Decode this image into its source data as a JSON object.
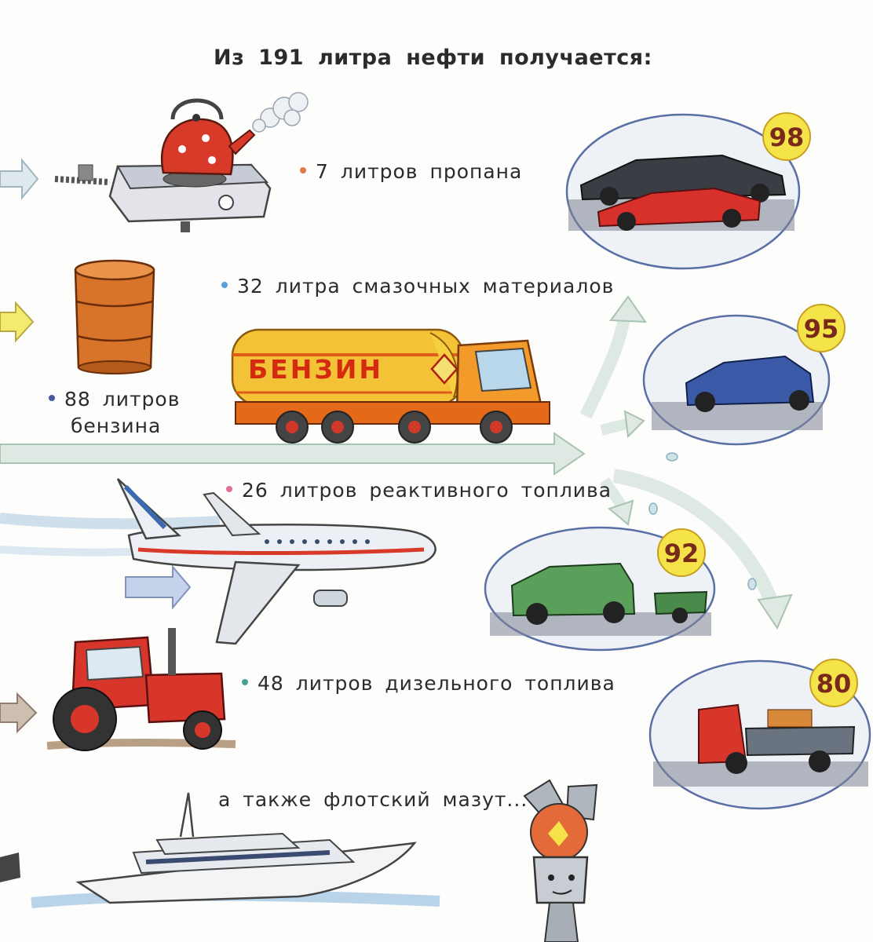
{
  "title": "Из 191 литра нефти получается:",
  "products": [
    {
      "id": "propane",
      "text": "7 литров пропана",
      "dot_color": "#e07a45"
    },
    {
      "id": "lubricants",
      "text": "32 литра смазочных материалов",
      "dot_color": "#5aa0d8"
    },
    {
      "id": "gasoline",
      "line1": "88 литров",
      "line2": "бензина",
      "dot_color": "#4a5aa0"
    },
    {
      "id": "jet-fuel",
      "text": "26 литров реактивного топлива",
      "dot_color": "#e0709a"
    },
    {
      "id": "diesel",
      "text": "48 литров дизельного топлива",
      "dot_color": "#4aa090"
    },
    {
      "id": "fuel-oil",
      "text": "а также флотский мазут...",
      "dot_color": ""
    }
  ],
  "truck_label": "БЕНЗИН",
  "octane_badges": [
    "98",
    "95",
    "92",
    "80"
  ],
  "colors": {
    "arrow_fill": "#dfe9e3",
    "arrow_stroke": "#a9c3b4",
    "badge_fill": "#f4e44a",
    "badge_text": "#7a2a1a",
    "oval_stroke": "#5a6fa5",
    "road": "#7d8494"
  }
}
